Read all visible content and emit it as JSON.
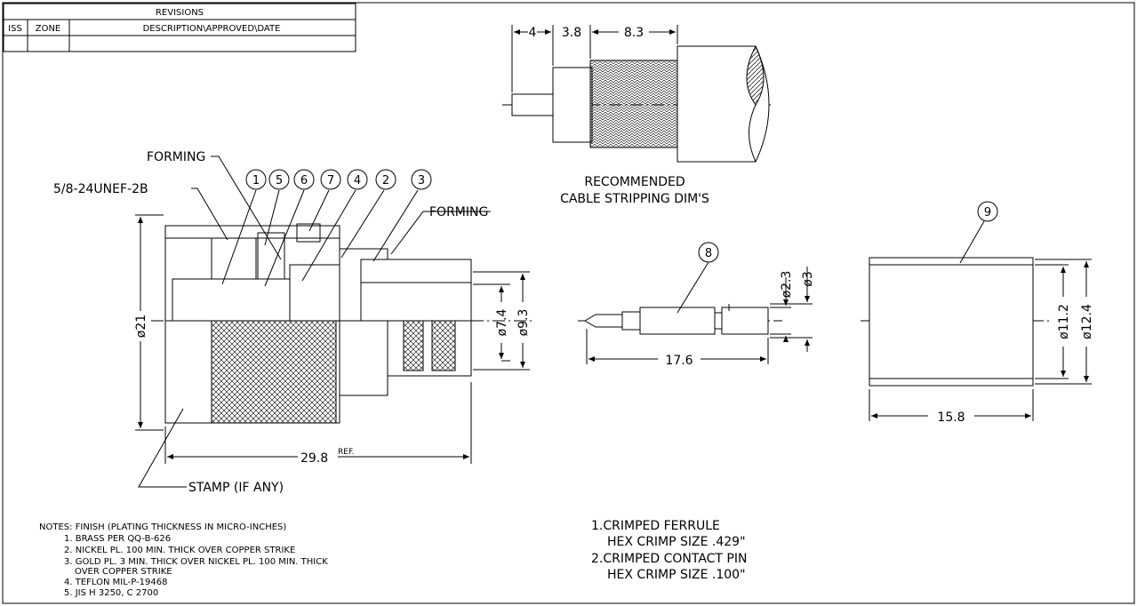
{
  "revisions": {
    "title": "REVISIONS",
    "col_iss": "ISS",
    "col_zone": "ZONE",
    "col_desc": "DESCRIPTION\\APPROVED\\DATE"
  },
  "connector": {
    "forming_top": "FORMING",
    "thread": "5/8-24UNEF-2B",
    "forming_right": "FORMING",
    "stamp": "STAMP (IF ANY)",
    "dim_length": "29.8",
    "dim_length_sup": "REF.",
    "dim_dia_body": "ø21",
    "dim_dia_a": "ø7.4",
    "dim_dia_b": "ø9.3",
    "balloons": [
      "1",
      "5",
      "6",
      "7",
      "4",
      "2",
      "3"
    ]
  },
  "stripping": {
    "dim_a": "4",
    "dim_b": "3.8",
    "dim_c": "8.3",
    "caption_1": "RECOMMENDED",
    "caption_2": "CABLE STRIPPING DIM'S"
  },
  "pin": {
    "balloon": "8",
    "dim_length": "17.6",
    "dim_dia_a": "ø2.3",
    "dim_dia_b": "ø3"
  },
  "ferrule": {
    "balloon": "9",
    "dim_length": "15.8",
    "dim_dia_a": "ø11.2",
    "dim_dia_b": "ø12.4"
  },
  "notes": {
    "header": "NOTES: FINISH  (PLATING THICKNESS IN MICRO-INCHES)",
    "items": [
      "1. BRASS PER QQ-B-626",
      "2. NICKEL PL. 100 MIN. THICK OVER COPPER STRIKE",
      "3. GOLD PL. 3 MIN. THICK OVER NICKEL PL. 100 MIN. THICK",
      "OVER COPPER STRIKE",
      "4. TEFLON MIL-P-19468",
      "5. JIS H 3250, C 2700"
    ]
  },
  "crimp": {
    "line1": "1.CRIMPED  FERRULE",
    "line2": "HEX CRIMP SIZE .429\"",
    "line3": "2.CRIMPED  CONTACT PIN",
    "line4": "HEX CRIMP SIZE .100\""
  }
}
